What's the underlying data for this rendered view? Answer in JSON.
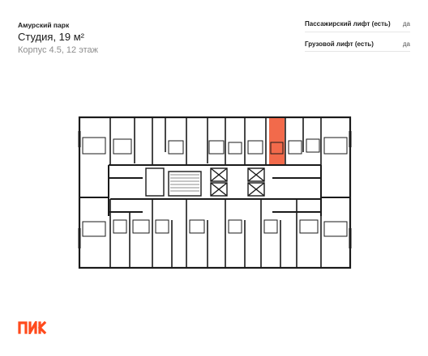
{
  "header": {
    "complex_name": "Амурский парк",
    "apartment_title": "Студия, 19 м²",
    "apartment_subtitle": "Корпус 4.5, 12 этаж"
  },
  "features": [
    {
      "label": "Пассажирский лифт (есть)",
      "value": "да"
    },
    {
      "label": "Грузовой лифт (есть)",
      "value": "да"
    }
  ],
  "plan": {
    "highlight_color": "#f26a4b",
    "wall_color": "#1a1a1a"
  },
  "brand": {
    "logo_text": "ПИК",
    "logo_color": "#ff4a1c"
  }
}
